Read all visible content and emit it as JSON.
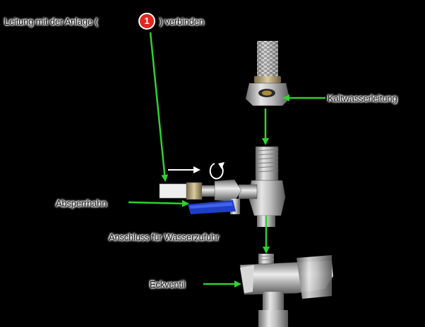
{
  "labels": {
    "connect_prefix": "Leitung mit der Anlage (",
    "connect_number": "1",
    "connect_suffix": ") verbinden",
    "cold_water": "Kaltwasserleitung",
    "shutoff": "Absperrhahn",
    "connection": "Anschluss für Wasserzufuhr",
    "angle_valve": "Eckventil"
  },
  "colors": {
    "arrow": "#2fd12f",
    "badge": "#e0261f",
    "valve_handle": "#1e3ec8",
    "background": "#000000"
  },
  "icons": [
    "rotate-arrow-icon",
    "direction-arrow-icon"
  ]
}
